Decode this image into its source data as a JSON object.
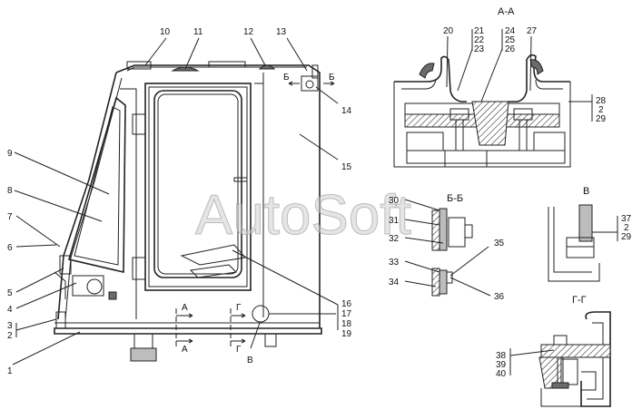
{
  "watermark": "AutoSoft",
  "section_labels": {
    "aa": "А-А",
    "bb": "Б-Б",
    "v": "В",
    "gg": "Г-Г"
  },
  "cut_markers": {
    "a_left": "А",
    "a_right": "А",
    "g_left": "Г",
    "g_right": "Г",
    "b_left": "Б",
    "b_right": "Б",
    "v_view": "В"
  },
  "callouts": [
    {
      "id": "1",
      "text": "1"
    },
    {
      "id": "2",
      "text": "2"
    },
    {
      "id": "3",
      "text": "3"
    },
    {
      "id": "4",
      "text": "4"
    },
    {
      "id": "5",
      "text": "5"
    },
    {
      "id": "6",
      "text": "6"
    },
    {
      "id": "7",
      "text": "7"
    },
    {
      "id": "8",
      "text": "8"
    },
    {
      "id": "9",
      "text": "9"
    },
    {
      "id": "10",
      "text": "10"
    },
    {
      "id": "11",
      "text": "11"
    },
    {
      "id": "12",
      "text": "12"
    },
    {
      "id": "13",
      "text": "13"
    },
    {
      "id": "14",
      "text": "14"
    },
    {
      "id": "15",
      "text": "15"
    },
    {
      "id": "16",
      "text": "16"
    },
    {
      "id": "17",
      "text": "17"
    },
    {
      "id": "18",
      "text": "18"
    },
    {
      "id": "19",
      "text": "19"
    },
    {
      "id": "20",
      "text": "20"
    },
    {
      "id": "21",
      "text": "21"
    },
    {
      "id": "22",
      "text": "22"
    },
    {
      "id": "23",
      "text": "23"
    },
    {
      "id": "24",
      "text": "24"
    },
    {
      "id": "25",
      "text": "25"
    },
    {
      "id": "26",
      "text": "26"
    },
    {
      "id": "27",
      "text": "27"
    },
    {
      "id": "28",
      "text": "28"
    },
    {
      "id": "2b",
      "text": "2"
    },
    {
      "id": "29",
      "text": "29"
    },
    {
      "id": "30",
      "text": "30"
    },
    {
      "id": "31",
      "text": "31"
    },
    {
      "id": "32",
      "text": "32"
    },
    {
      "id": "33",
      "text": "33"
    },
    {
      "id": "34",
      "text": "34"
    },
    {
      "id": "35",
      "text": "35"
    },
    {
      "id": "36",
      "text": "36"
    },
    {
      "id": "37",
      "text": "37"
    },
    {
      "id": "2c",
      "text": "2"
    },
    {
      "id": "29b",
      "text": "29"
    },
    {
      "id": "38",
      "text": "38"
    },
    {
      "id": "39",
      "text": "39"
    },
    {
      "id": "40",
      "text": "40"
    }
  ]
}
